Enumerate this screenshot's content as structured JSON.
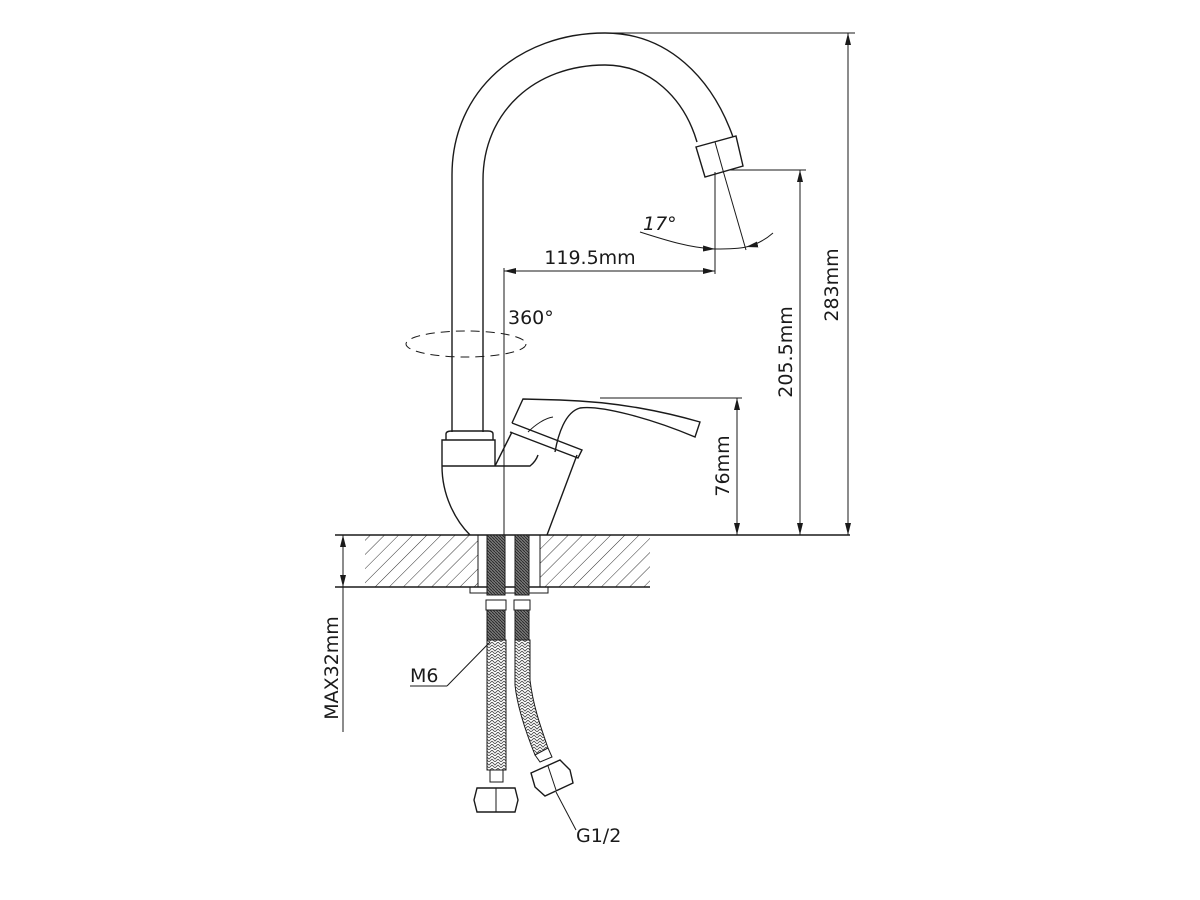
{
  "title": "Faucet dimension drawing",
  "dimensions": {
    "total_height": "283mm",
    "spout_height": "205.5mm",
    "handle_height": "76mm",
    "spout_reach": "119.5mm",
    "swivel": "360°",
    "aerator_angle": "17°",
    "max_counter_thickness": "MAX32mm"
  },
  "callouts": {
    "stud": "M6",
    "hose_thread": "G1/2"
  }
}
